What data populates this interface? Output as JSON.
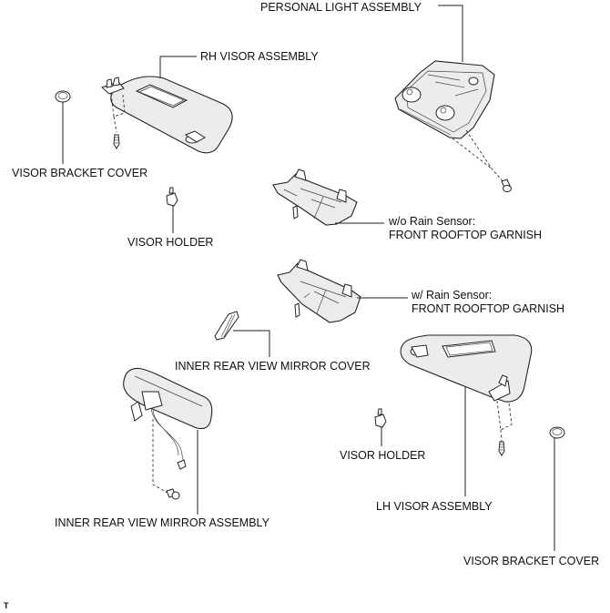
{
  "diagram": {
    "type": "exploded parts diagram",
    "labels": {
      "personal_light_assembly": "PERSONAL LIGHT ASSEMBLY",
      "rh_visor_assembly": "RH VISOR ASSEMBLY",
      "visor_bracket_cover_rh": "VISOR BRACKET COVER",
      "visor_holder_rh": "VISOR HOLDER",
      "garnish_wo_rain_sensor_line1": "w/o Rain Sensor:",
      "garnish_wo_rain_sensor_line2": "FRONT ROOFTOP GARNISH",
      "garnish_w_rain_sensor_line1": "w/ Rain Sensor:",
      "garnish_w_rain_sensor_line2": "FRONT ROOFTOP GARNISH",
      "inner_rear_view_mirror_cover": "INNER REAR VIEW MIRROR COVER",
      "inner_rear_view_mirror_assembly": "INNER REAR VIEW MIRROR ASSEMBLY",
      "visor_holder_lh": "VISOR HOLDER",
      "lh_visor_assembly": "LH VISOR ASSEMBLY",
      "visor_bracket_cover_lh": "VISOR BRACKET COVER"
    },
    "corner_mark": "T"
  }
}
